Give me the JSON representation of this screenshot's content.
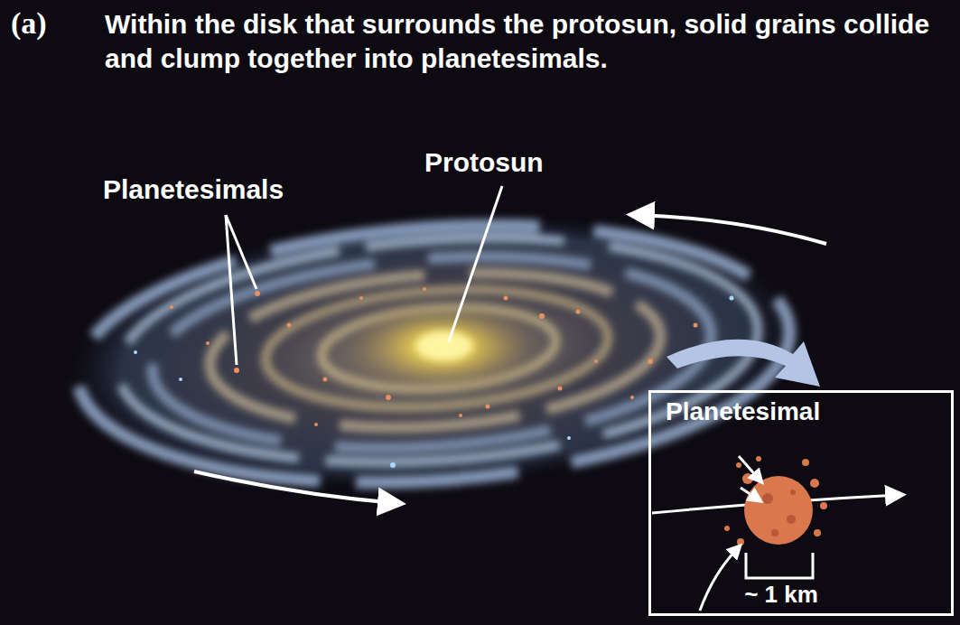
{
  "diagram": {
    "title": "Within the disk that surrounds the protosun, solid grains collide and clump together into planetesimals.",
    "nodes": [
      {
        "text": [
          "Planetesimal",
          "~ 1 km"
        ]
      }
    ],
    "labels": [
      "(a)",
      "Planetesimals",
      "Protosun"
    ]
  }
}
